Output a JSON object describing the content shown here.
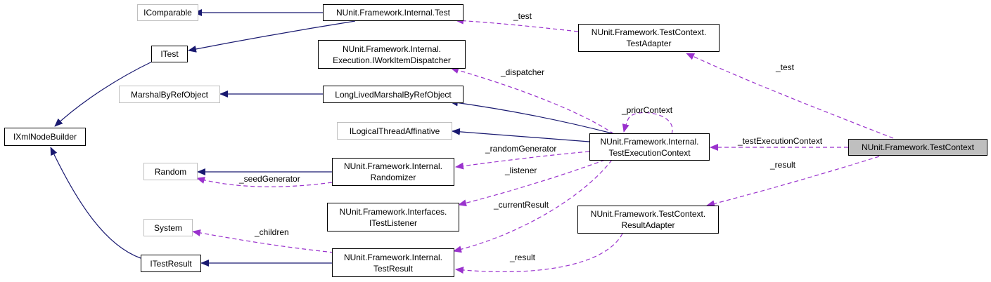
{
  "colors": {
    "inheritance_edge": "#191970",
    "usage_edge": "#9a32cd",
    "external_border": "#bfbfbf",
    "focus_fill": "#bfbfbf"
  },
  "nodes": {
    "icomparable": {
      "lines": [
        "IComparable"
      ],
      "kind": "external"
    },
    "test": {
      "lines": [
        "NUnit.Framework.Internal.Test"
      ],
      "kind": "class"
    },
    "itest": {
      "lines": [
        "ITest"
      ],
      "kind": "class"
    },
    "ixmlnodebuilder": {
      "lines": [
        "IXmlNodeBuilder"
      ],
      "kind": "class"
    },
    "iworkitemdispatcher": {
      "lines": [
        "NUnit.Framework.Internal.",
        "Execution.IWorkItemDispatcher"
      ],
      "kind": "class"
    },
    "marshalbyrefobject": {
      "lines": [
        "MarshalByRefObject"
      ],
      "kind": "external"
    },
    "longlived": {
      "lines": [
        "LongLivedMarshalByRefObject"
      ],
      "kind": "class"
    },
    "ilogicalthreadaffinative": {
      "lines": [
        "ILogicalThreadAffinative"
      ],
      "kind": "external"
    },
    "random": {
      "lines": [
        "Random"
      ],
      "kind": "external"
    },
    "randomizer": {
      "lines": [
        "NUnit.Framework.Internal.",
        "Randomizer"
      ],
      "kind": "class"
    },
    "itestlistener": {
      "lines": [
        "NUnit.Framework.Interfaces.",
        "ITestListener"
      ],
      "kind": "class"
    },
    "system": {
      "lines": [
        "System"
      ],
      "kind": "external"
    },
    "itestresult": {
      "lines": [
        "ITestResult"
      ],
      "kind": "class"
    },
    "testresult": {
      "lines": [
        "NUnit.Framework.Internal.",
        "TestResult"
      ],
      "kind": "class"
    },
    "testadapter": {
      "lines": [
        "NUnit.Framework.TestContext.",
        "TestAdapter"
      ],
      "kind": "class"
    },
    "testexecutioncontext": {
      "lines": [
        "NUnit.Framework.Internal.",
        "TestExecutionContext"
      ],
      "kind": "class"
    },
    "resultadapter": {
      "lines": [
        "NUnit.Framework.TestContext.",
        "ResultAdapter"
      ],
      "kind": "class"
    },
    "testcontext": {
      "lines": [
        "NUnit.Framework.TestContext"
      ],
      "kind": "focus"
    }
  },
  "edges": [
    {
      "from": "test",
      "to": "icomparable",
      "type": "inheritance",
      "label": ""
    },
    {
      "from": "test",
      "to": "itest",
      "type": "inheritance",
      "label": ""
    },
    {
      "from": "itest",
      "to": "ixmlnodebuilder",
      "type": "inheritance",
      "label": ""
    },
    {
      "from": "itestresult",
      "to": "ixmlnodebuilder",
      "type": "inheritance",
      "label": ""
    },
    {
      "from": "longlived",
      "to": "marshalbyrefobject",
      "type": "inheritance",
      "label": ""
    },
    {
      "from": "testexecutioncontext",
      "to": "longlived",
      "type": "inheritance",
      "label": ""
    },
    {
      "from": "testexecutioncontext",
      "to": "ilogicalthreadaffinative",
      "type": "inheritance",
      "label": ""
    },
    {
      "from": "randomizer",
      "to": "random",
      "type": "inheritance",
      "label": ""
    },
    {
      "from": "testresult",
      "to": "itestresult",
      "type": "inheritance",
      "label": ""
    },
    {
      "from": "testadapter",
      "to": "test",
      "type": "usage",
      "label": "_test"
    },
    {
      "from": "testcontext",
      "to": "testadapter",
      "type": "usage",
      "label": "_test"
    },
    {
      "from": "testexecutioncontext",
      "to": "iworkitemdispatcher",
      "type": "usage",
      "label": "_dispatcher"
    },
    {
      "from": "testexecutioncontext",
      "to": "testexecutioncontext",
      "type": "usage",
      "label": "_priorContext"
    },
    {
      "from": "testcontext",
      "to": "testexecutioncontext",
      "type": "usage",
      "label": "_testExecutionContext"
    },
    {
      "from": "testexecutioncontext",
      "to": "randomizer",
      "type": "usage",
      "label": "_randomGenerator"
    },
    {
      "from": "randomizer",
      "to": "random",
      "type": "usage",
      "label": "_seedGenerator"
    },
    {
      "from": "testexecutioncontext",
      "to": "itestlistener",
      "type": "usage",
      "label": "_listener"
    },
    {
      "from": "testexecutioncontext",
      "to": "testresult",
      "type": "usage",
      "label": "_currentResult"
    },
    {
      "from": "testcontext",
      "to": "resultadapter",
      "type": "usage",
      "label": "_result"
    },
    {
      "from": "testresult",
      "to": "system",
      "type": "usage",
      "label": "_children"
    },
    {
      "from": "resultadapter",
      "to": "testresult",
      "type": "usage",
      "label": "_result"
    }
  ]
}
